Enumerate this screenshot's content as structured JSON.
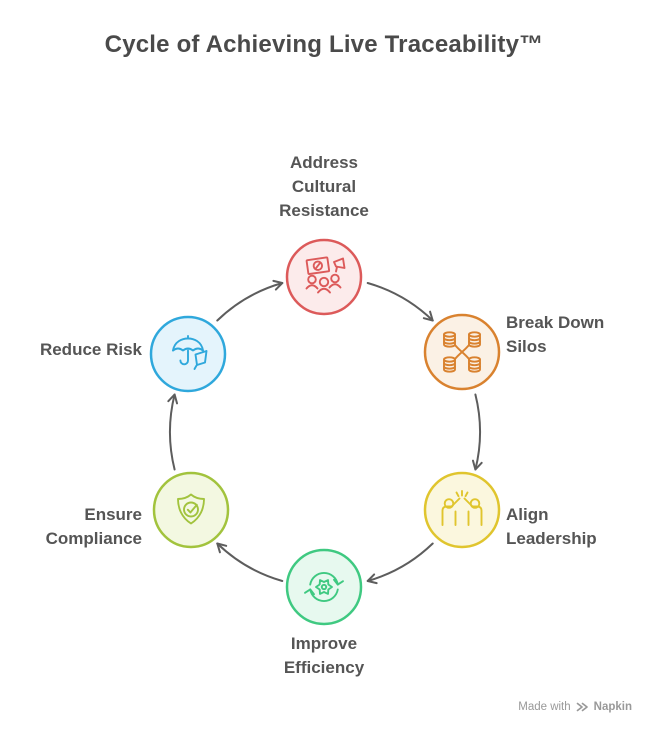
{
  "title": "Cycle of Achieving Live Traceability™",
  "colors": {
    "background": "#ffffff",
    "title_text": "#4a4a4a",
    "label_text": "#555555",
    "arrow": "#5d5d5d",
    "watermark_text": "#999999"
  },
  "nodes": [
    {
      "id": "address-cultural-resistance",
      "label": "Address\nCultural\nResistance",
      "icon": "protest-icon",
      "border_color": "#dc5a5a",
      "fill_color": "#fcebeb"
    },
    {
      "id": "break-down-silos",
      "label": "Break Down\nSilos",
      "icon": "silos-icon",
      "border_color": "#d9822f",
      "fill_color": "#fbf1e5"
    },
    {
      "id": "align-leadership",
      "label": "Align\nLeadership",
      "icon": "high-five-icon",
      "border_color": "#e0c52e",
      "fill_color": "#fbf7de"
    },
    {
      "id": "improve-efficiency",
      "label": "Improve\nEfficiency",
      "icon": "gear-refresh-icon",
      "border_color": "#3fc981",
      "fill_color": "#e7f9ef"
    },
    {
      "id": "ensure-compliance",
      "label": "Ensure\nCompliance",
      "icon": "shield-check-icon",
      "border_color": "#a2c33d",
      "fill_color": "#f3f8e1"
    },
    {
      "id": "reduce-risk",
      "label": "Reduce Risk",
      "icon": "umbrella-icon",
      "border_color": "#2fa8dc",
      "fill_color": "#e4f4fc"
    }
  ],
  "watermark": {
    "prefix": "Made with",
    "brand": "Napkin"
  }
}
